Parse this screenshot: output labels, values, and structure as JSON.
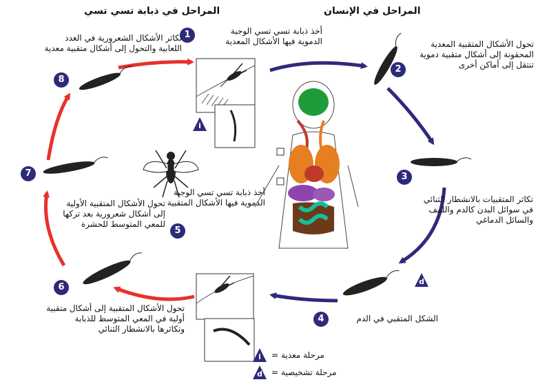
{
  "headers": {
    "fly": "المراحل في ذبابة تسي تسي",
    "human": "المراحل في الإنسان"
  },
  "steps": [
    {
      "n": "1",
      "text": "أخذ ذبابة تسي تسي الوجبة\nالدموية فيها الأشكال المعدية"
    },
    {
      "n": "2",
      "text": "تحول الأشكال المتقبية المعدية\nالمحقونة إلى أشكال متقبية دموية\nتنتقل إلى أماكن أخرى"
    },
    {
      "n": "3",
      "text": "تكاثر المتقبيات بالانشطار الثنائي\nفي سوائل البدن كالدم واللمف\nوالسائل الدماغي"
    },
    {
      "n": "4",
      "text": "الشكل المتقبي في الدم"
    },
    {
      "n": "5",
      "text": "أخذ ذبابة تسي تسي الوجبة\nالدموية فيها الأشكال المتقبية"
    },
    {
      "n": "6",
      "text": "تحول الأشكال المتقبية إلى أشكال متقبية\nأولية في المعي المتوسط للذبابة\nوتكاثرها بالانشطار الثنائي"
    },
    {
      "n": "7",
      "text": "تحول الأشكال المتقبية الأولية\nإلى أشكال شعرورية بعد تركها\nللمعي المتوسط للحشرة"
    },
    {
      "n": "8",
      "text": "تكاثر الأشكال الشعرورية في الغدد\nاللعابية والتحول إلى أشكال متقبية معدية"
    }
  ],
  "legend": {
    "infective_symbol": "i",
    "infective_label": "مرحلة معدية",
    "diagnostic_symbol": "d",
    "diagnostic_label": "مرحلة تشخيصية",
    "equals": "="
  },
  "colors": {
    "human_arrow": "#2e2a7a",
    "fly_arrow": "#e8312b",
    "badge": "#2e2a7a"
  }
}
